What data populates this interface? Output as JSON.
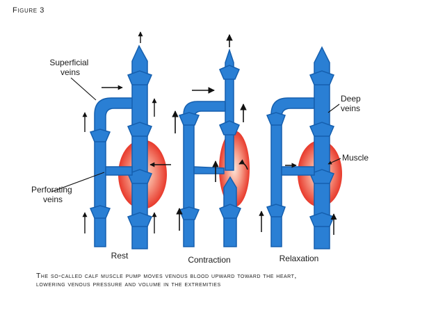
{
  "figure_label": "Figure 3",
  "panels": [
    {
      "label": "Rest"
    },
    {
      "label": "Contraction"
    },
    {
      "label": "Relaxation"
    }
  ],
  "annotations": {
    "superficial_veins": [
      "Superficial",
      "veins"
    ],
    "perforating_veins": [
      "Perforating",
      "veins"
    ],
    "deep_veins": [
      "Deep",
      "veins"
    ],
    "muscle": "Muscle"
  },
  "caption": {
    "line1": "The so-called calf muscle pump moves venous blood upward toward the heart,",
    "line2": "lowering venous pressure and volume in the extremities"
  },
  "colors": {
    "vein": "#2a7fd4",
    "vein_outline": "#155fae",
    "muscle_center": "#f7b8a4",
    "muscle_edge": "#e83a2c",
    "text": "#1a1a1a"
  }
}
